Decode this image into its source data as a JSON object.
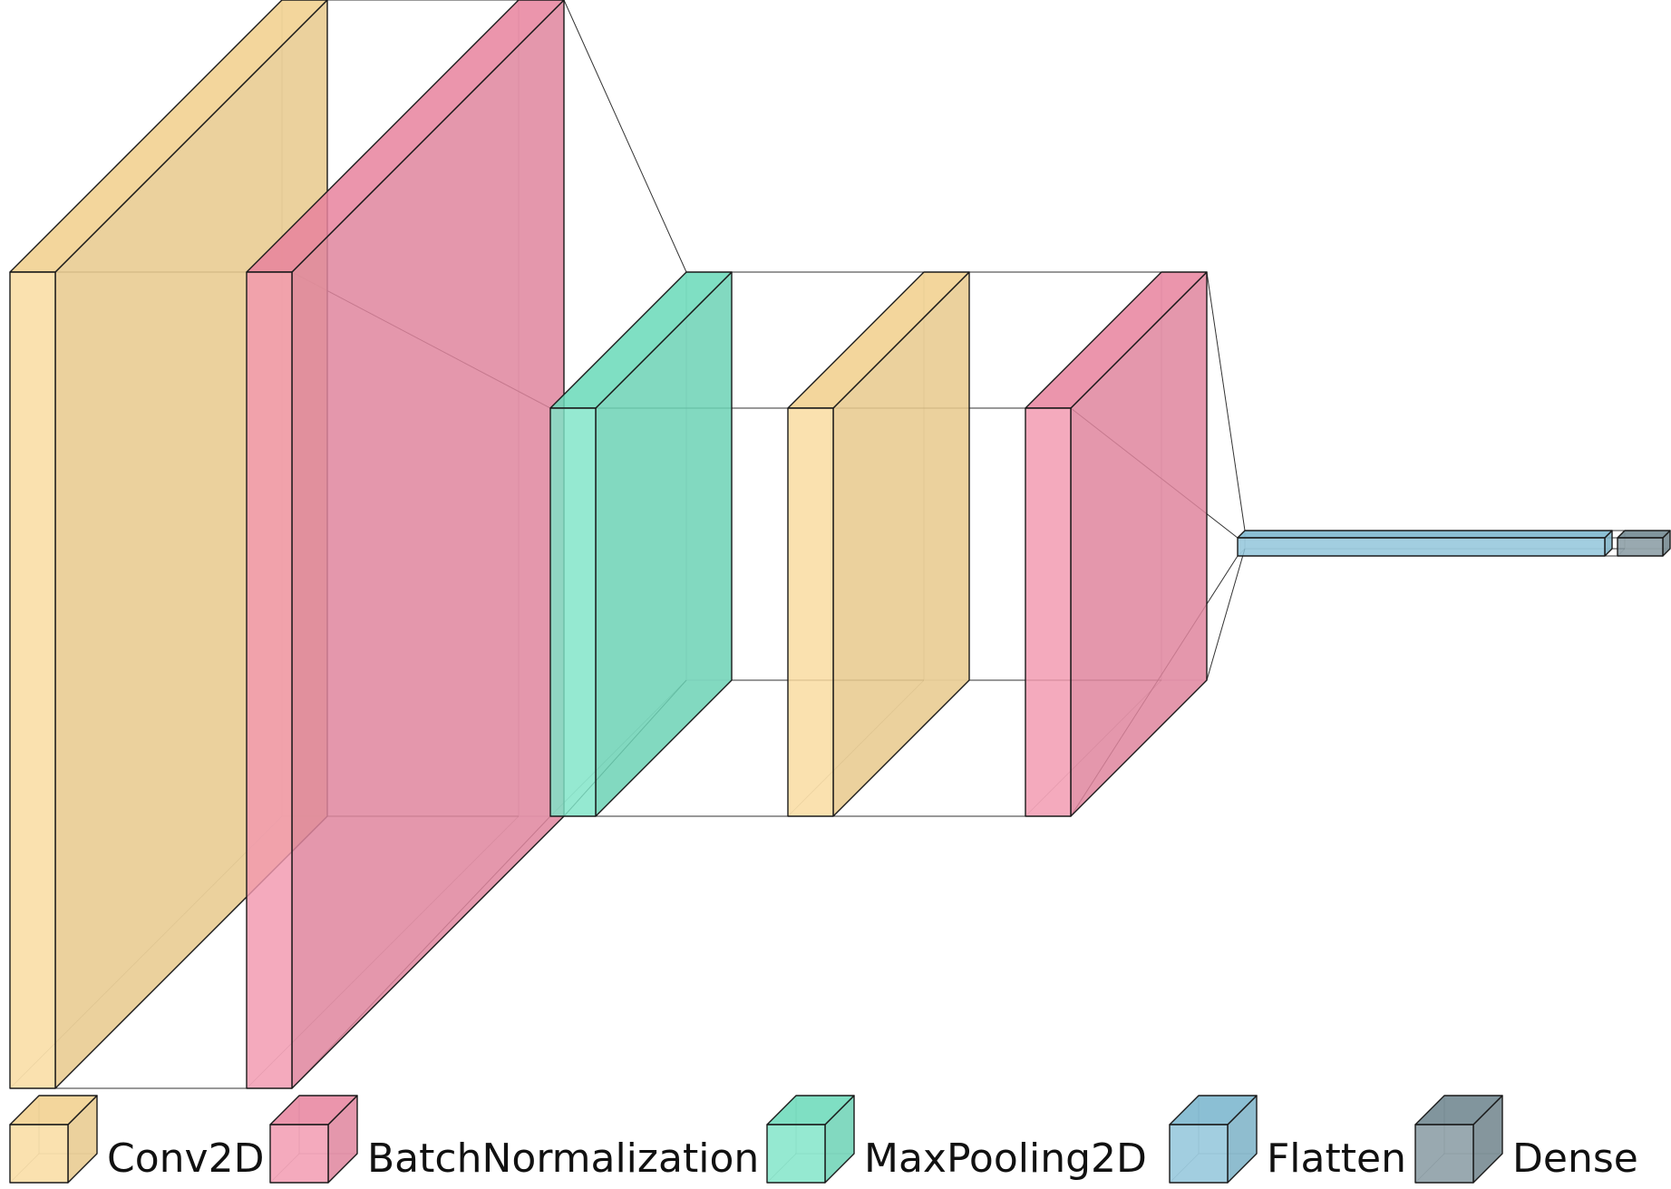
{
  "layer_types": {
    "conv2d": {
      "label": "Conv2D",
      "color": "#f5c76a"
    },
    "batchnorm": {
      "label": "BatchNormalization",
      "color": "#ea5f84"
    },
    "maxpool": {
      "label": "MaxPooling2D",
      "color": "#39d6a9"
    },
    "flatten": {
      "label": "Flatten",
      "color": "#4fa3c4"
    },
    "dense": {
      "label": "Dense",
      "color": "#3e5d6b"
    }
  },
  "layers": [
    {
      "type": "conv2d"
    },
    {
      "type": "batchnorm"
    },
    {
      "type": "maxpool"
    },
    {
      "type": "conv2d"
    },
    {
      "type": "batchnorm"
    },
    {
      "type": "flatten"
    },
    {
      "type": "dense"
    }
  ],
  "legend": [
    "conv2d",
    "batchnorm",
    "maxpool",
    "flatten",
    "dense"
  ]
}
